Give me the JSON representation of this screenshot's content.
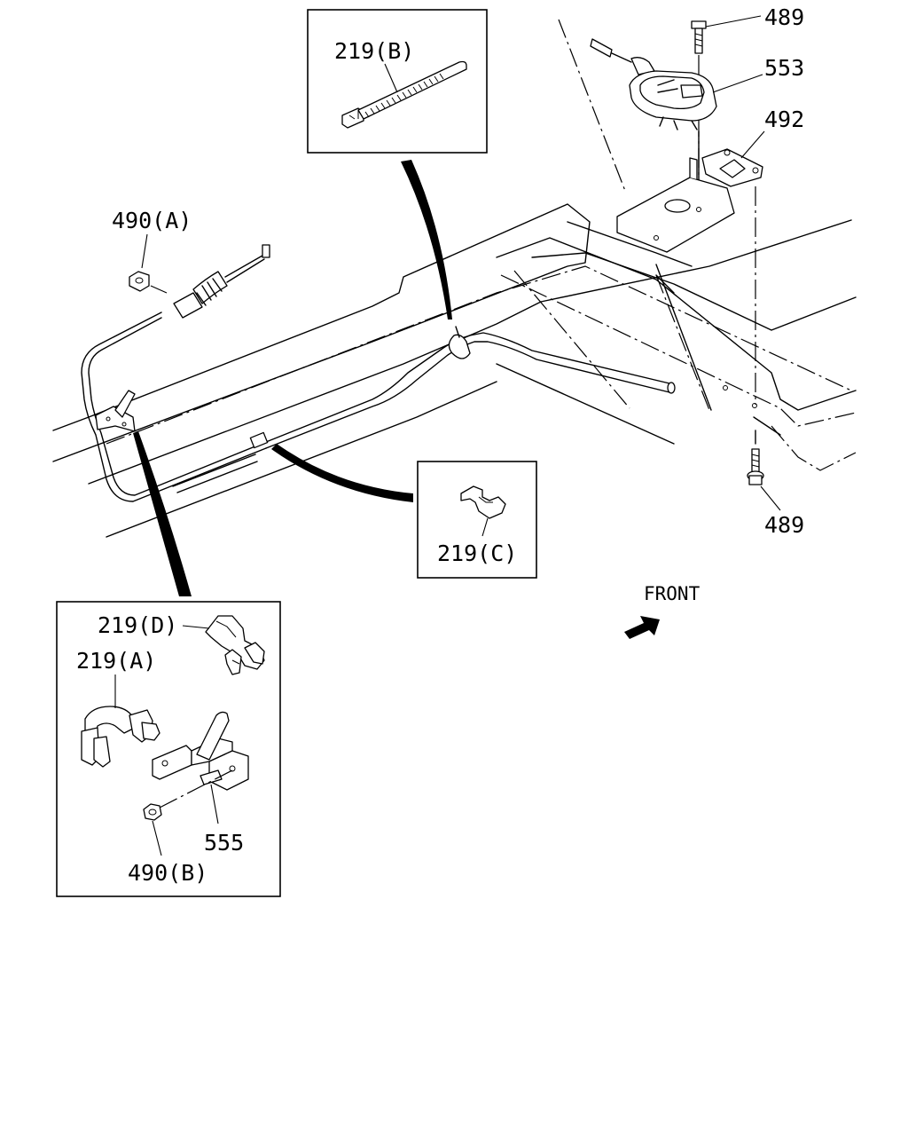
{
  "labels": {
    "p489_top": "489",
    "p553": "553",
    "p492": "492",
    "p489_bottom": "489",
    "p490a": "490(A)",
    "p219b": "219(B)",
    "p219c": "219(C)",
    "p219d": "219(D)",
    "p219a": "219(A)",
    "p555": "555",
    "p490b": "490(B)",
    "front": "FRONT"
  }
}
